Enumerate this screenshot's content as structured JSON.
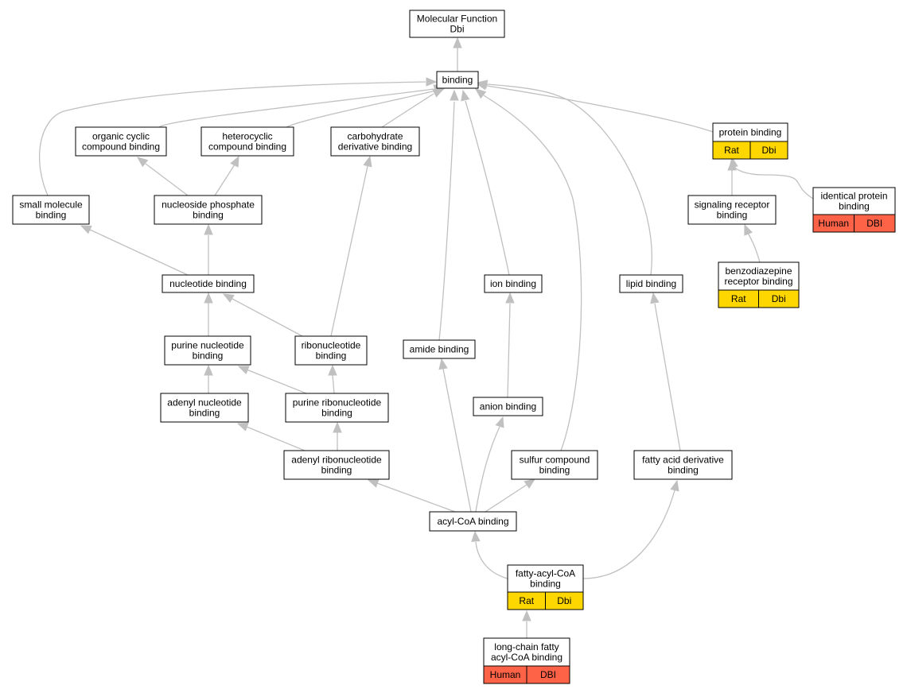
{
  "diagram": {
    "colors": {
      "edge": "#c0c0c0",
      "rat_dbi": "#ffd700",
      "human_dbi": "#ff6347",
      "node_fill": "#ffffff",
      "node_stroke": "#000000"
    },
    "nodes": [
      {
        "id": "mf",
        "lines": [
          "Molecular Function",
          "Dbi"
        ]
      },
      {
        "id": "binding",
        "lines": [
          "binding"
        ]
      },
      {
        "id": "organic_cyclic",
        "lines": [
          "organic cyclic",
          "compound binding"
        ]
      },
      {
        "id": "heterocyclic",
        "lines": [
          "heterocyclic",
          "compound binding"
        ]
      },
      {
        "id": "carbohydrate",
        "lines": [
          "carbohydrate",
          "derivative binding"
        ]
      },
      {
        "id": "protein_binding",
        "lines": [
          "protein binding"
        ],
        "annotations": [
          {
            "species": "Rat",
            "gene": "Dbi",
            "color": "#ffd700"
          }
        ]
      },
      {
        "id": "identical_protein",
        "lines": [
          "identical protein",
          "binding"
        ],
        "annotations": [
          {
            "species": "Human",
            "gene": "DBI",
            "color": "#ff6347"
          }
        ]
      },
      {
        "id": "small_molecule",
        "lines": [
          "small molecule",
          "binding"
        ]
      },
      {
        "id": "nucleoside_phosphate",
        "lines": [
          "nucleoside phosphate",
          "binding"
        ]
      },
      {
        "id": "signaling_receptor",
        "lines": [
          "signaling receptor",
          "binding"
        ]
      },
      {
        "id": "benzodiazepine",
        "lines": [
          "benzodiazepine",
          "receptor binding"
        ],
        "annotations": [
          {
            "species": "Rat",
            "gene": "Dbi",
            "color": "#ffd700"
          }
        ]
      },
      {
        "id": "nucleotide",
        "lines": [
          "nucleotide binding"
        ]
      },
      {
        "id": "ion",
        "lines": [
          "ion binding"
        ]
      },
      {
        "id": "lipid",
        "lines": [
          "lipid binding"
        ]
      },
      {
        "id": "purine_nucleotide",
        "lines": [
          "purine nucleotide",
          "binding"
        ]
      },
      {
        "id": "ribonucleotide",
        "lines": [
          "ribonucleotide",
          "binding"
        ]
      },
      {
        "id": "amide",
        "lines": [
          "amide binding"
        ]
      },
      {
        "id": "adenyl_nucleotide",
        "lines": [
          "adenyl nucleotide",
          "binding"
        ]
      },
      {
        "id": "purine_ribonucleotide",
        "lines": [
          "purine ribonucleotide",
          "binding"
        ]
      },
      {
        "id": "anion",
        "lines": [
          "anion binding"
        ]
      },
      {
        "id": "adenyl_ribonucleotide",
        "lines": [
          "adenyl ribonucleotide",
          "binding"
        ]
      },
      {
        "id": "sulfur",
        "lines": [
          "sulfur compound",
          "binding"
        ]
      },
      {
        "id": "fatty_acid_derivative",
        "lines": [
          "fatty acid derivative",
          "binding"
        ]
      },
      {
        "id": "acyl_coa",
        "lines": [
          "acyl-CoA binding"
        ]
      },
      {
        "id": "fatty_acyl_coa",
        "lines": [
          "fatty-acyl-CoA",
          "binding"
        ],
        "annotations": [
          {
            "species": "Rat",
            "gene": "Dbi",
            "color": "#ffd700"
          }
        ]
      },
      {
        "id": "long_chain",
        "lines": [
          "long-chain fatty",
          "acyl-CoA binding"
        ],
        "annotations": [
          {
            "species": "Human",
            "gene": "DBI",
            "color": "#ff6347"
          }
        ]
      }
    ],
    "edges": [
      {
        "from": "binding",
        "to": "mf"
      },
      {
        "from": "organic_cyclic",
        "to": "binding"
      },
      {
        "from": "heterocyclic",
        "to": "binding"
      },
      {
        "from": "carbohydrate",
        "to": "binding"
      },
      {
        "from": "protein_binding",
        "to": "binding"
      },
      {
        "from": "small_molecule",
        "to": "binding"
      },
      {
        "from": "amide",
        "to": "binding"
      },
      {
        "from": "ion",
        "to": "binding"
      },
      {
        "from": "sulfur",
        "to": "binding"
      },
      {
        "from": "lipid",
        "to": "binding"
      },
      {
        "from": "identical_protein",
        "to": "protein_binding"
      },
      {
        "from": "signaling_receptor",
        "to": "protein_binding"
      },
      {
        "from": "benzodiazepine",
        "to": "signaling_receptor"
      },
      {
        "from": "nucleoside_phosphate",
        "to": "organic_cyclic"
      },
      {
        "from": "nucleoside_phosphate",
        "to": "heterocyclic"
      },
      {
        "from": "nucleotide",
        "to": "nucleoside_phosphate"
      },
      {
        "from": "nucleotide",
        "to": "small_molecule"
      },
      {
        "from": "purine_nucleotide",
        "to": "nucleotide"
      },
      {
        "from": "ribonucleotide",
        "to": "nucleotide"
      },
      {
        "from": "ribonucleotide",
        "to": "carbohydrate"
      },
      {
        "from": "adenyl_nucleotide",
        "to": "purine_nucleotide"
      },
      {
        "from": "purine_ribonucleotide",
        "to": "purine_nucleotide"
      },
      {
        "from": "purine_ribonucleotide",
        "to": "ribonucleotide"
      },
      {
        "from": "adenyl_ribonucleotide",
        "to": "adenyl_nucleotide"
      },
      {
        "from": "adenyl_ribonucleotide",
        "to": "purine_ribonucleotide"
      },
      {
        "from": "anion",
        "to": "ion"
      },
      {
        "from": "acyl_coa",
        "to": "adenyl_ribonucleotide"
      },
      {
        "from": "acyl_coa",
        "to": "amide"
      },
      {
        "from": "acyl_coa",
        "to": "anion"
      },
      {
        "from": "acyl_coa",
        "to": "sulfur"
      },
      {
        "from": "fatty_acid_derivative",
        "to": "lipid"
      },
      {
        "from": "fatty_acyl_coa",
        "to": "acyl_coa"
      },
      {
        "from": "fatty_acyl_coa",
        "to": "fatty_acid_derivative"
      },
      {
        "from": "long_chain",
        "to": "fatty_acyl_coa"
      }
    ]
  }
}
